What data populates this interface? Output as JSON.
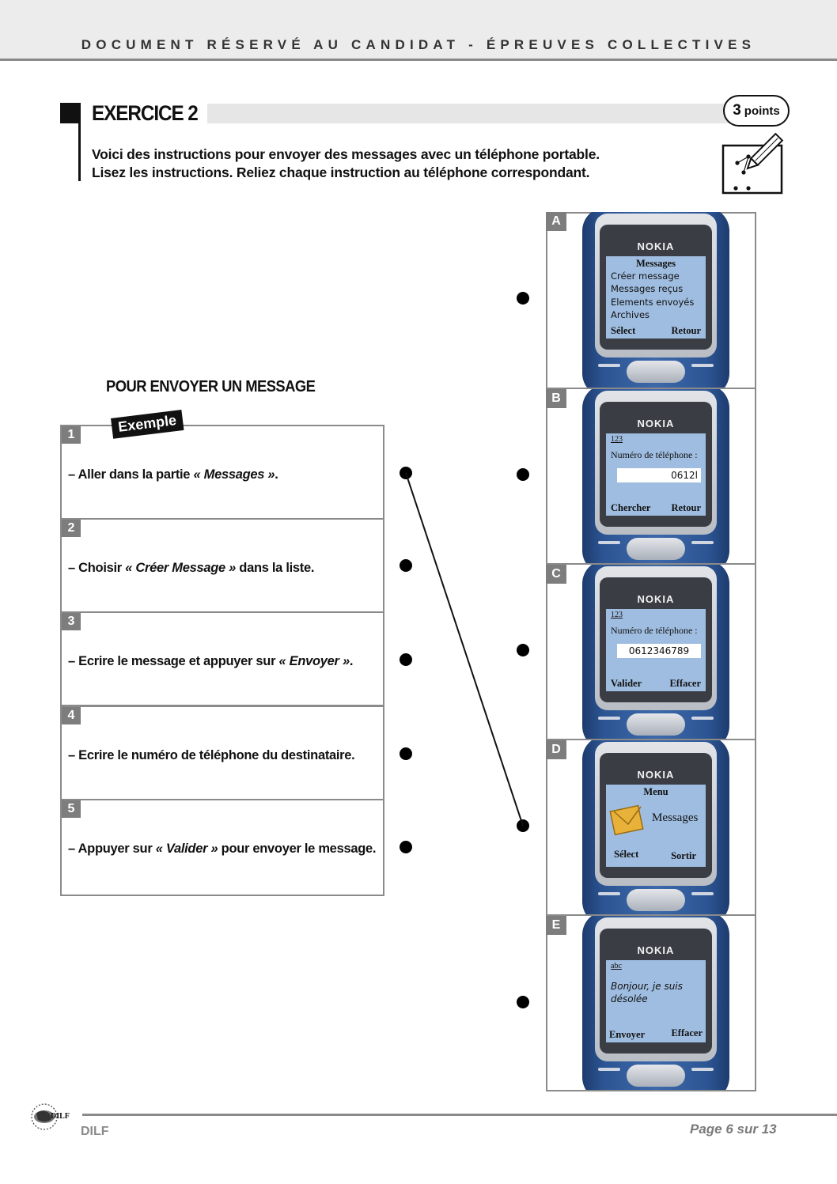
{
  "header": {
    "title": "DOCUMENT RÉSERVÉ AU CANDIDAT - ÉPREUVES COLLECTIVES"
  },
  "exercise": {
    "title": "EXERCICE 2",
    "points_number": "3",
    "points_word": "points",
    "instruction_line1": "Voici des instructions pour envoyer des messages avec un téléphone portable.",
    "instruction_line2": "Lisez les instructions. Reliez chaque instruction au téléphone correspondant."
  },
  "section_title": "POUR ENVOYER UN MESSAGE",
  "example_tag": "Exemple",
  "steps": [
    {
      "number": "1",
      "prefix": "– Aller dans la partie ",
      "italic": "« Messages »",
      "suffix": "."
    },
    {
      "number": "2",
      "prefix": "– Choisir ",
      "italic": "« Créer Message »",
      "suffix": " dans la liste."
    },
    {
      "number": "3",
      "prefix": "– Ecrire le message et appuyer sur ",
      "italic": "« Envoyer »",
      "suffix": "."
    },
    {
      "number": "4",
      "prefix": "– Ecrire le numéro de téléphone du destinataire.",
      "italic": "",
      "suffix": ""
    },
    {
      "number": "5",
      "prefix": "– Appuyer sur ",
      "italic": "« Valider »",
      "suffix": " pour envoyer le message."
    }
  ],
  "phones": {
    "brand": "NOKIA",
    "A": {
      "letter": "A",
      "title": "Messages",
      "items": [
        "Créer message",
        "Messages reçus",
        "Elements envoyés",
        "Archives"
      ],
      "left_soft": "Sélect",
      "right_soft": "Retour"
    },
    "B": {
      "letter": "B",
      "mode": "123",
      "label": "Numéro de téléphone :",
      "field": "0612l",
      "left_soft": "Chercher",
      "right_soft": "Retour"
    },
    "C": {
      "letter": "C",
      "mode": "123",
      "label": "Numéro de téléphone :",
      "field": "0612346789",
      "left_soft": "Valider",
      "right_soft": "Effacer"
    },
    "D": {
      "letter": "D",
      "title": "Menu",
      "item": "Messages",
      "left_soft": "Sélect",
      "right_soft": "Sortir"
    },
    "E": {
      "letter": "E",
      "mode": "abc",
      "text_line1": "Bonjour, je suis",
      "text_line2": "désolée",
      "left_soft": "Envoyer",
      "right_soft": "Effacer"
    }
  },
  "footer": {
    "logo_word": "DILF",
    "brand": "DILF",
    "page": "Page 6 sur 13"
  },
  "icons": [
    "pencil-dots-icon",
    "dilf-logo-icon"
  ]
}
